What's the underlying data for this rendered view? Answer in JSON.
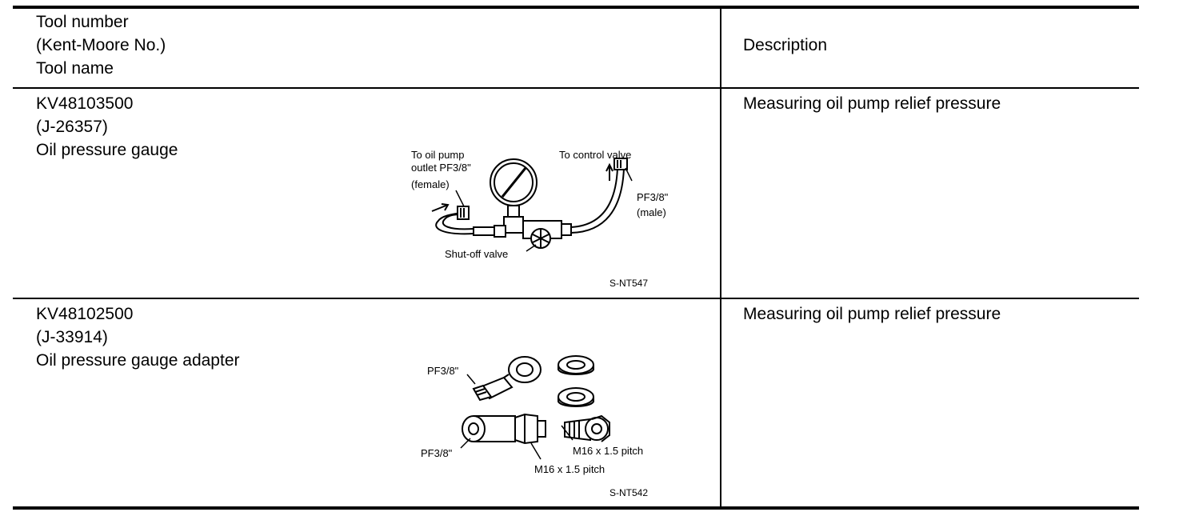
{
  "table": {
    "header": {
      "tool_lines": [
        "Tool number",
        "(Kent-Moore No.)",
        "Tool name"
      ],
      "description": "Description"
    },
    "rows": [
      {
        "number": "KV48103500",
        "kent_moore": "(J-26357)",
        "name": "Oil pressure gauge",
        "description": "Measuring oil pump relief pressure",
        "figure": {
          "labels": {
            "pump_line1": "To oil pump",
            "pump_line2": "outlet PF3/8\"",
            "pump_line3": "(female)",
            "control": "To control valve",
            "male_line1": "PF3/8\"",
            "male_line2": "(male)",
            "shutoff": "Shut-off valve"
          },
          "code": "S-NT547"
        }
      },
      {
        "number": "KV48102500",
        "kent_moore": "(J-33914)",
        "name": "Oil pressure gauge adapter",
        "description": "Measuring oil pump relief pressure",
        "figure": {
          "labels": {
            "pf_top": "PF3/8\"",
            "pf_bottom": "PF3/8\"",
            "m16_right": "M16 x 1.5 pitch",
            "m16_bottom": "M16 x 1.5 pitch"
          },
          "code": "S-NT542"
        }
      }
    ]
  }
}
